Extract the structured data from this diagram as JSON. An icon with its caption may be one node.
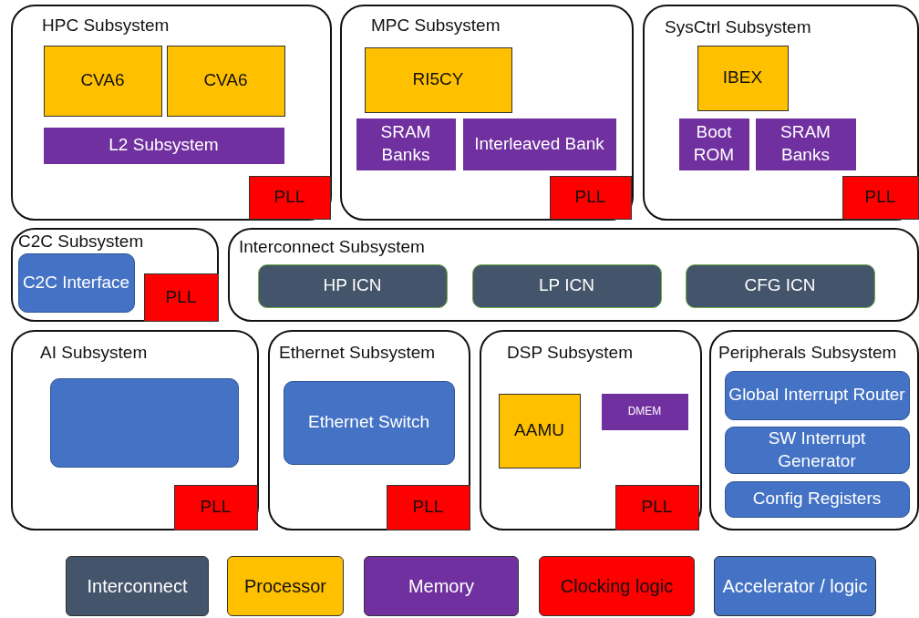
{
  "diagram": {
    "nodes": [
      {
        "text": [
          "HPC Subsystem"
        ]
      },
      {
        "text": [
          "CVA6"
        ],
        "in": 0
      },
      {
        "text": [
          "CVA6"
        ],
        "in": 0
      },
      {
        "text": [
          "L2 Subsystem"
        ],
        "in": 0
      },
      {
        "text": [
          "PLL"
        ],
        "in": 0
      },
      {
        "text": [
          "MPC Subsystem"
        ]
      },
      {
        "text": [
          "RI5CY"
        ],
        "in": 5
      },
      {
        "text": [
          "SRAM Banks"
        ],
        "in": 5
      },
      {
        "text": [
          "Interleaved Bank"
        ],
        "in": 5
      },
      {
        "text": [
          "PLL"
        ],
        "in": 5
      },
      {
        "text": [
          "SysCtrl Subsystem"
        ]
      },
      {
        "text": [
          "IBEX"
        ],
        "in": 10
      },
      {
        "text": [
          "Boot ROM"
        ],
        "in": 10
      },
      {
        "text": [
          "SRAM Banks"
        ],
        "in": 10
      },
      {
        "text": [
          "PLL"
        ],
        "in": 10
      },
      {
        "text": [
          "C2C Subsystem"
        ]
      },
      {
        "text": [
          "C2C Interface"
        ],
        "in": 15
      },
      {
        "text": [
          "PLL"
        ],
        "in": 15
      },
      {
        "text": [
          "Interconnect Subsystem"
        ]
      },
      {
        "text": [
          "HP ICN"
        ],
        "in": 18
      },
      {
        "text": [
          "LP ICN"
        ],
        "in": 18
      },
      {
        "text": [
          "CFG ICN"
        ],
        "in": 18
      },
      {
        "text": [
          "AI Subsystem"
        ]
      },
      {
        "text": [],
        "shape": "box",
        "in": 22
      },
      {
        "text": [
          "PLL"
        ],
        "in": 22
      },
      {
        "text": [
          "Ethernet Subsystem"
        ]
      },
      {
        "text": [
          "Ethernet Switch"
        ],
        "in": 25
      },
      {
        "text": [
          "PLL"
        ],
        "in": 25
      },
      {
        "text": [
          "DSP Subsystem"
        ]
      },
      {
        "text": [
          "AAMU"
        ],
        "in": 28
      },
      {
        "text": [
          "DMEM"
        ],
        "in": 28
      },
      {
        "text": [
          "PLL"
        ],
        "in": 28
      },
      {
        "text": [
          "Peripherals Subsystem"
        ]
      },
      {
        "text": [
          "Global Interrupt Router"
        ],
        "in": 32
      },
      {
        "text": [
          "SW Interrupt Generator"
        ],
        "in": 32
      },
      {
        "text": [
          "Config Registers"
        ],
        "in": 32
      }
    ],
    "legend": [
      {
        "text": "Interconnect",
        "color": "#44546a"
      },
      {
        "text": "Processor",
        "color": "#ffc000"
      },
      {
        "text": "Memory",
        "color": "#7030a0"
      },
      {
        "text": "Clocking logic",
        "color": "#ff0000"
      },
      {
        "text": "Accelerator / logic",
        "color": "#4472c4"
      }
    ]
  }
}
